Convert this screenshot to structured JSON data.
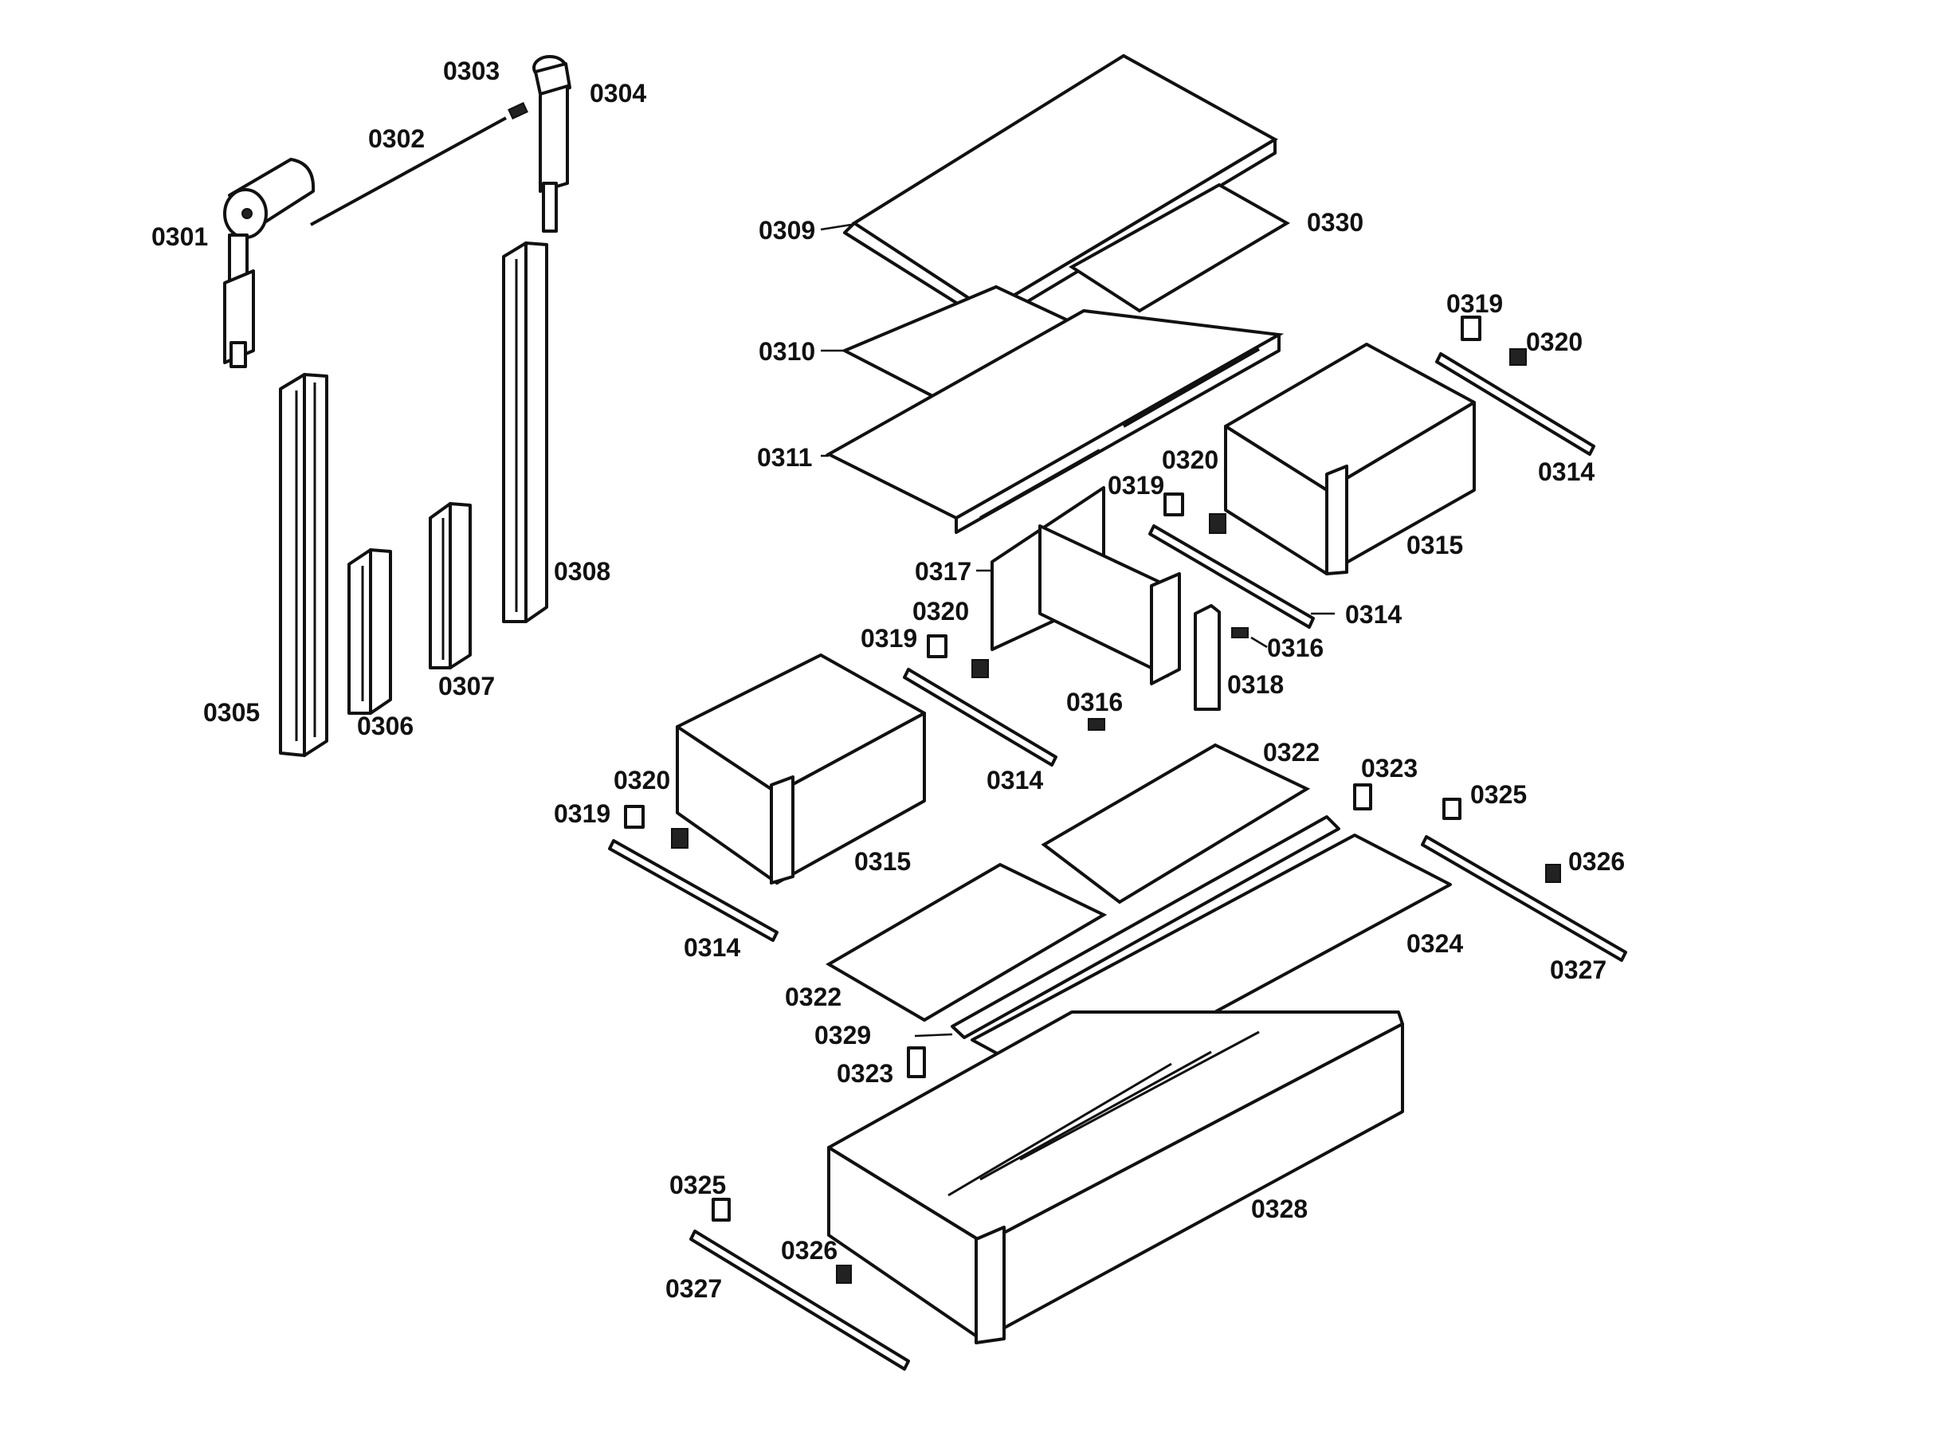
{
  "diagram": {
    "callouts": {
      "c0301": "0301",
      "c0302": "0302",
      "c0303": "0303",
      "c0304": "0304",
      "c0305": "0305",
      "c0306": "0306",
      "c0307": "0307",
      "c0308": "0308",
      "c0309": "0309",
      "c0310": "0310",
      "c0311": "0311",
      "c0330": "0330",
      "c0319a": "0319",
      "c0320a": "0320",
      "c0314a": "0314",
      "c0315a": "0315",
      "c0319b": "0319",
      "c0320b": "0320",
      "c0317": "0317",
      "c0314b": "0314",
      "c0320c": "0320",
      "c0319c": "0319",
      "c0316a": "0316",
      "c0318": "0318",
      "c0316b": "0316",
      "c0314c": "0314",
      "c0322a": "0322",
      "c0323a": "0323",
      "c0325a": "0325",
      "c0320d": "0320",
      "c0319d": "0319",
      "c0315b": "0315",
      "c0326a": "0326",
      "c0324": "0324",
      "c0314d": "0314",
      "c0327a": "0327",
      "c0322b": "0322",
      "c0329": "0329",
      "c0323b": "0323",
      "c0328": "0328",
      "c0325b": "0325",
      "c0326b": "0326",
      "c0327b": "0327"
    }
  }
}
